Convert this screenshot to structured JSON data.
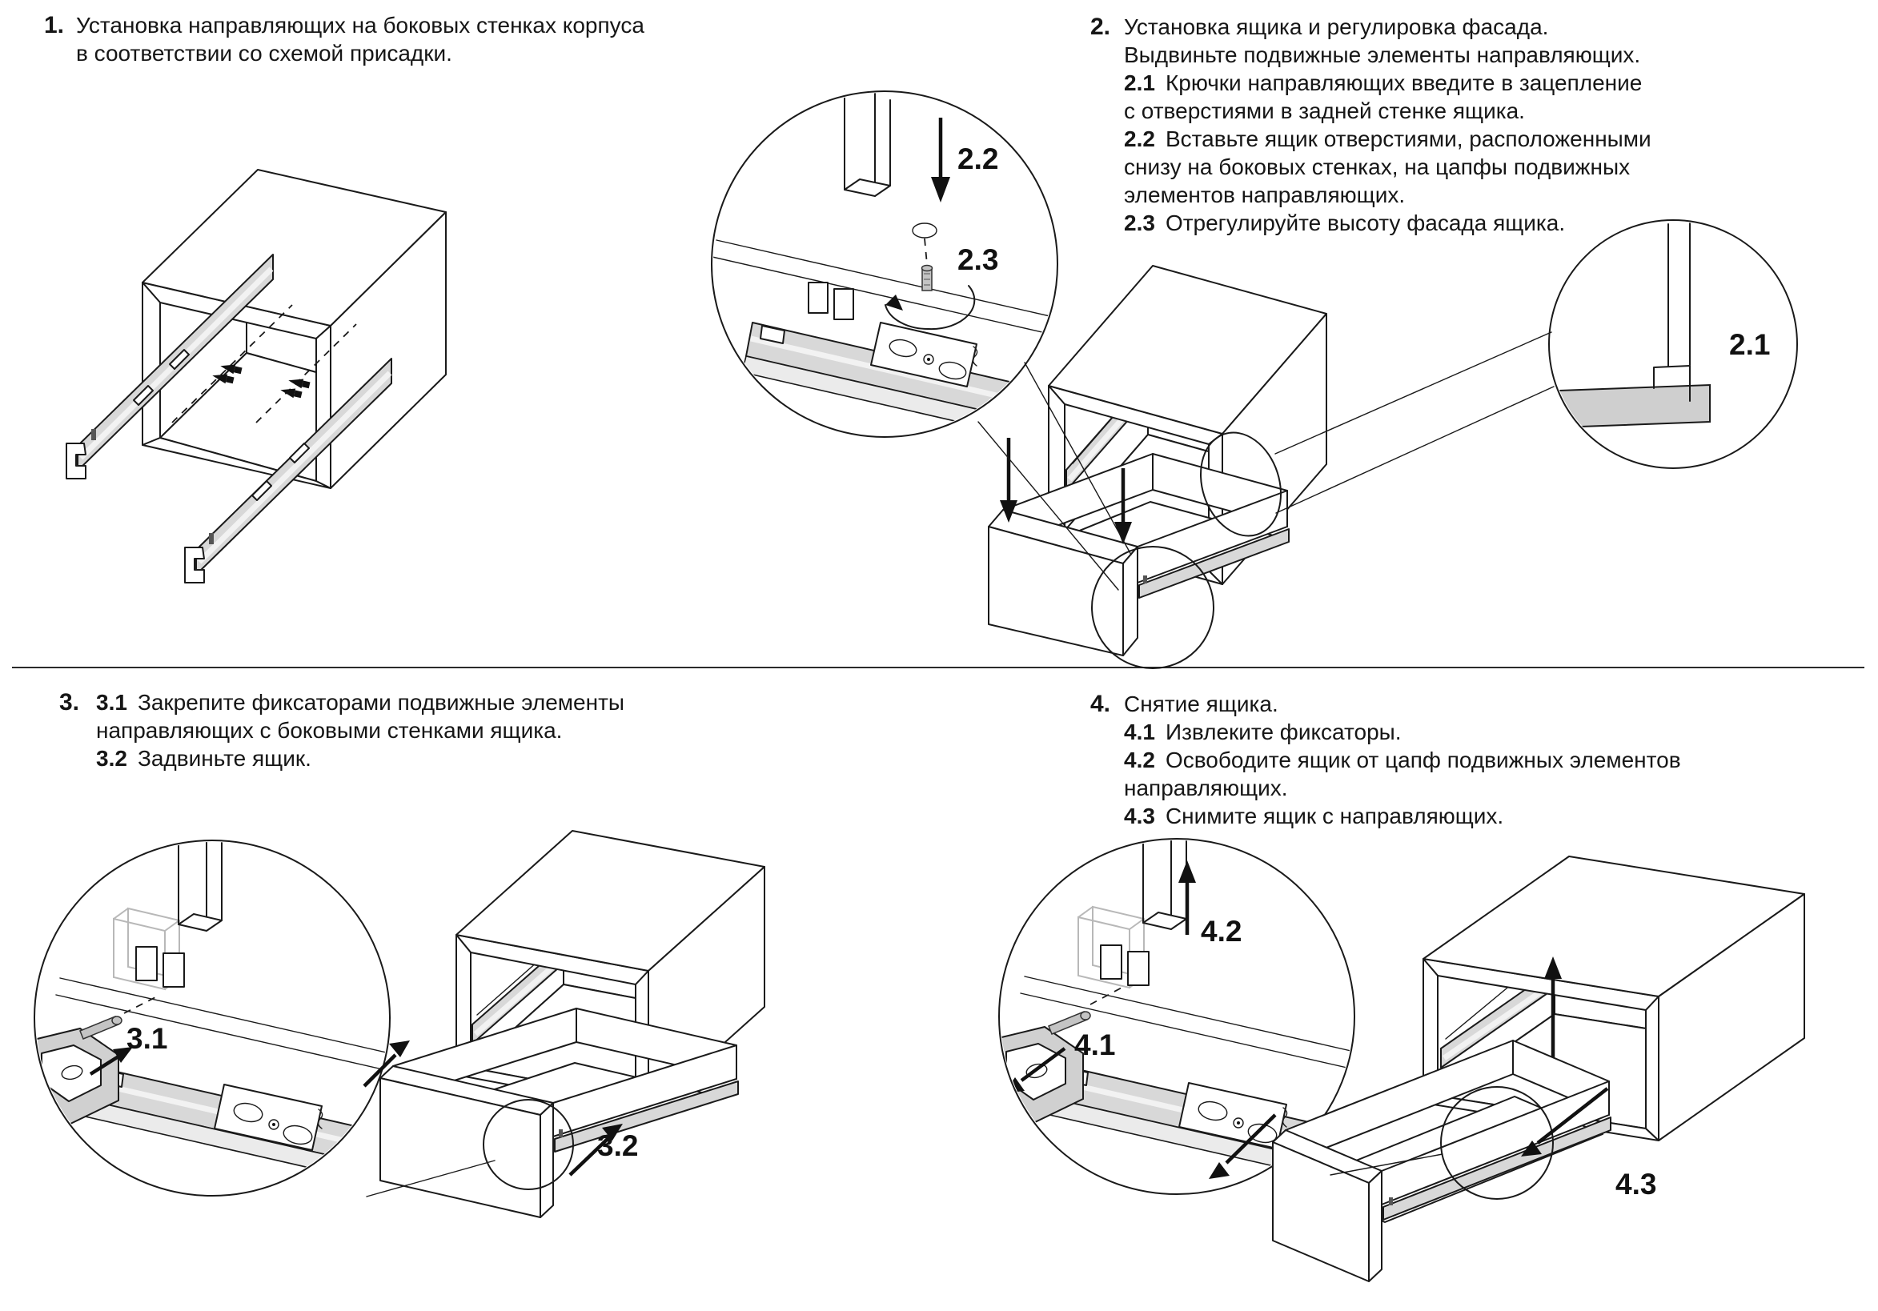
{
  "steps": {
    "s1": {
      "num": "1.",
      "lines": [
        {
          "pfx": "",
          "t": "Установка направляющих на боковых стенках корпуса"
        },
        {
          "pfx": "",
          "t": "в соответствии со схемой присадки."
        }
      ]
    },
    "s2": {
      "num": "2.",
      "lines": [
        {
          "pfx": "",
          "t": "Установка ящика и регулировка фасада."
        },
        {
          "pfx": "",
          "t": "Выдвиньте подвижные элементы направляющих."
        },
        {
          "pfx": "2.1",
          "t": "Крючки направляющих введите в зацепление"
        },
        {
          "pfx": "",
          "t": "с отверстиями в задней стенке ящика."
        },
        {
          "pfx": "2.2",
          "t": "Вставьте ящик отверстиями, расположенными"
        },
        {
          "pfx": "",
          "t": "снизу на боковых стенках, на цапфы подвижных"
        },
        {
          "pfx": "",
          "t": "элементов направляющих."
        },
        {
          "pfx": "2.3",
          "t": "Отрегулируйте высоту фасада ящика."
        }
      ]
    },
    "s3": {
      "num": "3.",
      "lines": [
        {
          "pfx": "3.1",
          "t": "Закрепите фиксаторами подвижные элементы"
        },
        {
          "pfx": "",
          "t": "направляющих с боковыми стенками ящика."
        },
        {
          "pfx": "3.2",
          "t": "Задвиньте ящик."
        }
      ]
    },
    "s4": {
      "num": "4.",
      "lines": [
        {
          "pfx": "",
          "t": "Снятие ящика."
        },
        {
          "pfx": "4.1",
          "t": "Извлеките фиксаторы."
        },
        {
          "pfx": "4.2",
          "t": "Освободите ящик от цапф подвижных элементов"
        },
        {
          "pfx": "",
          "t": "направляющих."
        },
        {
          "pfx": "4.3",
          "t": "Снимите ящик с направляющих."
        }
      ]
    }
  },
  "labels": {
    "l21": "2.1",
    "l22": "2.2",
    "l23": "2.3",
    "l31": "3.1",
    "l32": "3.2",
    "l41": "4.1",
    "l42": "4.2",
    "l43": "4.3"
  },
  "colors": {
    "ink": "#1a1a1a",
    "rail_gray": "#d8d8d8",
    "light_gray": "#ebebeb",
    "metal": "#c4c4c4"
  }
}
